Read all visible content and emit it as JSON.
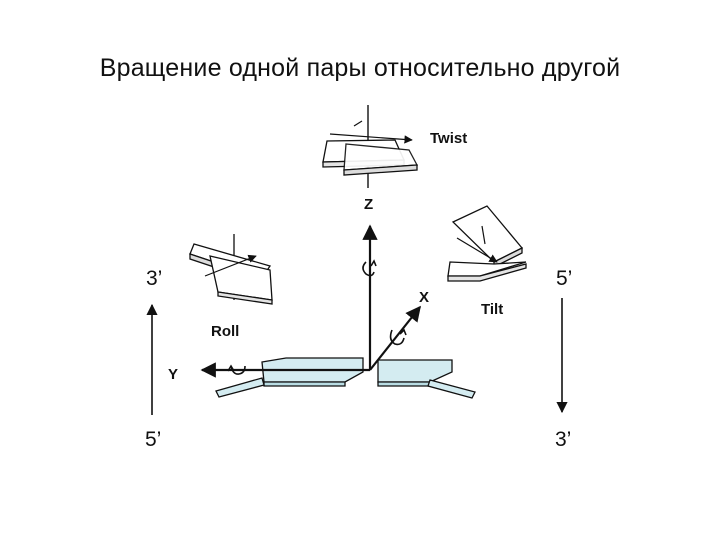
{
  "title": "Вращение одной пары относительно другой",
  "labels": {
    "twist": "Twist",
    "z": "Z",
    "x": "X",
    "y": "Y",
    "roll": "Roll",
    "tilt": "Tilt",
    "left_top": "3’",
    "left_bottom": "5’",
    "right_top": "5’",
    "right_bottom": "3’"
  },
  "colors": {
    "base_pair_fill": "#d4ecf1",
    "stroke": "#111111"
  }
}
